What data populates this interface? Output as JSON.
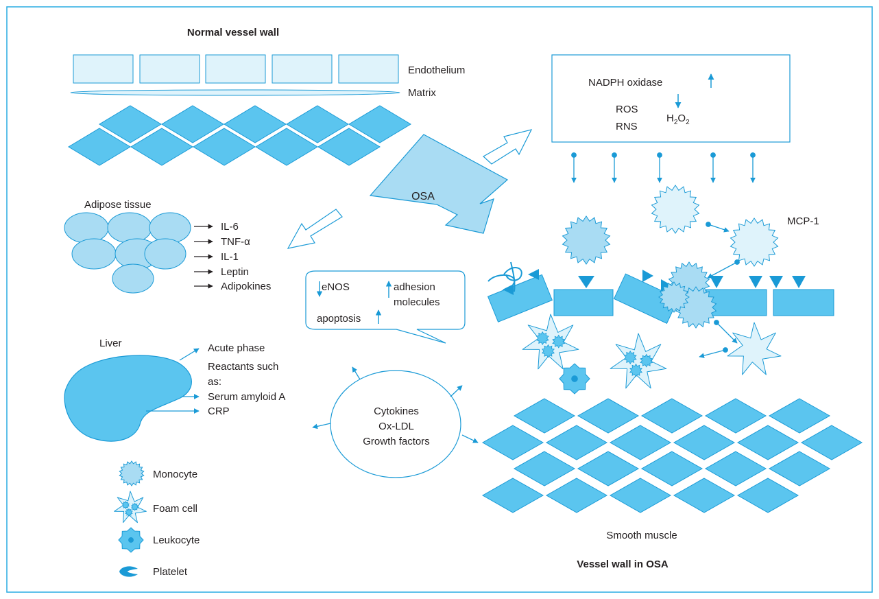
{
  "normal_vessel": {
    "title": "Normal vessel wall",
    "endothelium": "Endothelium",
    "matrix": "Matrix"
  },
  "ros_box": {
    "nadph": "NADPH oxidase",
    "ros": "ROS",
    "rns": "RNS",
    "h2o2_h": "H",
    "h2o2_2a": "2",
    "h2o2_o": "O",
    "h2o2_2b": "2"
  },
  "osa": {
    "label": "OSA"
  },
  "adipose": {
    "title": "Adipose tissue",
    "outputs": [
      "IL-6",
      "TNF-α",
      "IL-1",
      "Leptin",
      "Adipokines"
    ]
  },
  "effects_bubble": {
    "enos": "eNOS",
    "adhesion_1": "adhesion",
    "adhesion_2": "molecules",
    "apoptosis": "apoptosis"
  },
  "liver": {
    "title": "Liver",
    "lines": [
      "Acute phase",
      "Reactants such",
      "as:",
      "Serum amyloid A",
      "CRP"
    ]
  },
  "mediators": {
    "lines": [
      "Cytokines",
      "Ox-LDL",
      "Growth factors"
    ]
  },
  "osa_vessel": {
    "mcp": "MCP-1",
    "smooth_muscle": "Smooth muscle",
    "title": "Vessel wall in OSA"
  },
  "legend": {
    "monocyte": "Monocyte",
    "foam_cell": "Foam cell",
    "leukocyte": "Leukocyte",
    "platelet": "Platelet"
  },
  "colors": {
    "frame": "#29abe2",
    "cell_fill_light": "#dff3fb",
    "cell_fill_mid": "#a9dcf3",
    "cell_fill_dark": "#5bc5ef",
    "stroke": "#1a9ad6",
    "arrow": "#1a9ad6"
  }
}
